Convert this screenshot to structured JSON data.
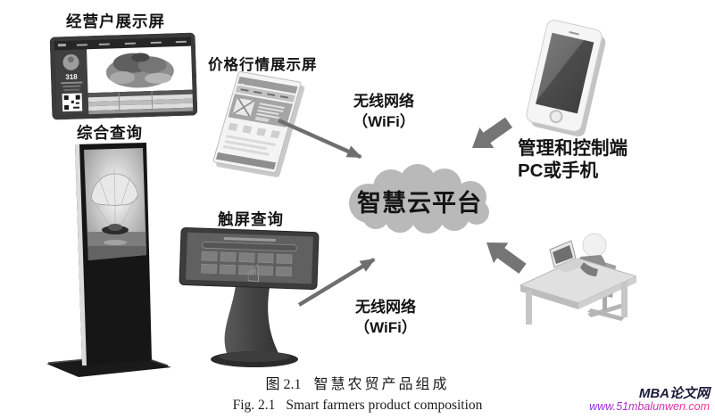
{
  "nodes": {
    "merchant_display_label": "经营户展示屏",
    "comprehensive_query_label": "综合查询",
    "price_display_label": "价格行情展示屏",
    "touch_query_label": "触屏查询",
    "cloud_label": "智慧云平台",
    "management_label_line1": "管理和控制端",
    "management_label_line2": "PC或手机"
  },
  "links": {
    "wifi_top_line1": "无线网络",
    "wifi_top_line2": "（WiFi）",
    "wifi_bottom_line1": "无线网络",
    "wifi_bottom_line2": "（WiFi）"
  },
  "merchant_screen": {
    "stall_number": "318"
  },
  "icons": {
    "hand_cursor": "☝"
  },
  "figure": {
    "caption_zh_label": "图 2.1",
    "caption_zh_title": "智慧农贸产品组成",
    "caption_en_label": "Fig. 2.1",
    "caption_en_title": "Smart farmers product composition"
  },
  "watermark": {
    "site_name": "MBA论文网",
    "site_url": "www.51mbalunwen.com"
  },
  "colors": {
    "cloud_fill": "#b9b9b9",
    "thin_arrow": "#6f6f6f",
    "block_arrow": "#757575",
    "kiosk_black": "#1a1a1a",
    "watermark_navy": "#1b1b3a",
    "watermark_gradient_start": "#8a2be2",
    "watermark_gradient_end": "#ff2d8f"
  }
}
